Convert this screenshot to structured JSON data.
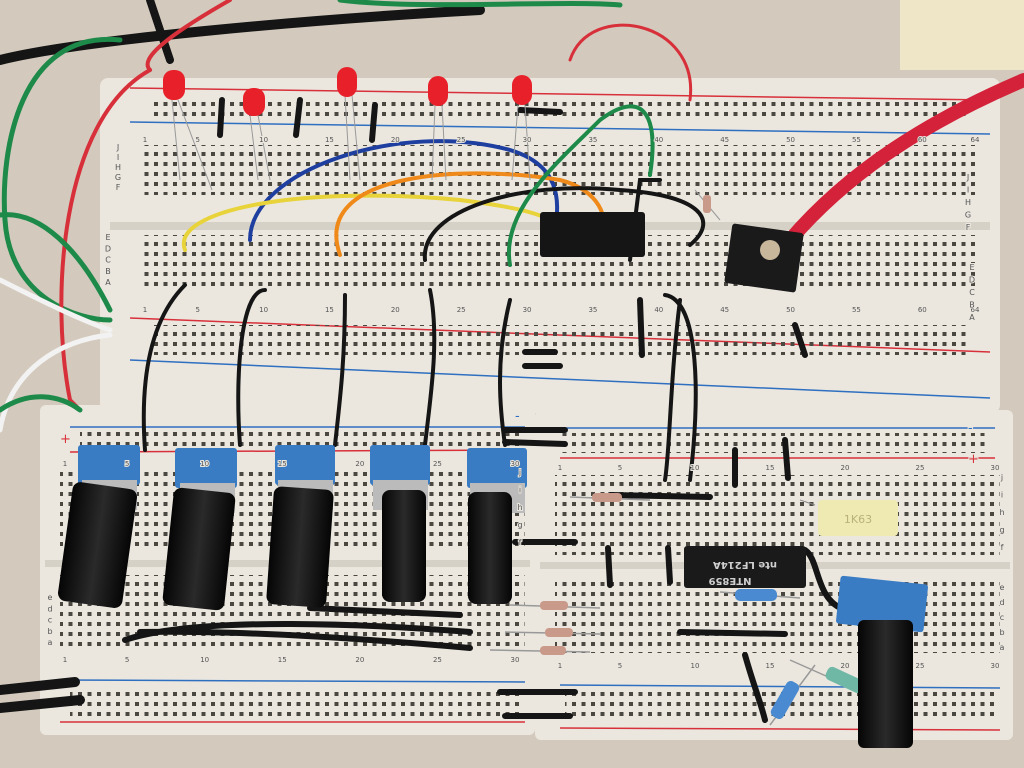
{
  "scene": {
    "colors": {
      "board": "#ece8e0",
      "rail_red": "#d8303a",
      "rail_blue": "#2f6fc0",
      "wire_black": "#151515",
      "pot_blue": "#3a7cc4",
      "led_red": "#e8202a"
    },
    "top_board": {
      "columns": [
        "1",
        "5",
        "10",
        "15",
        "20",
        "25",
        "30",
        "35",
        "40",
        "45",
        "50",
        "55",
        "60",
        "64"
      ],
      "upper_letters": [
        "F",
        "G",
        "H",
        "I",
        "J"
      ],
      "lower_letters": [
        "A",
        "B",
        "C",
        "D",
        "E"
      ]
    },
    "lower_left_board": {
      "columns": [
        "1",
        "5",
        "10",
        "15",
        "20",
        "25",
        "30"
      ],
      "upper_letters": [
        "j",
        "i",
        "h",
        "g",
        "f"
      ],
      "lower_letters": [
        "e",
        "d",
        "c",
        "b",
        "a"
      ],
      "plus": "+",
      "minus": "-"
    },
    "lower_right_board": {
      "columns": [
        "1",
        "5",
        "10",
        "15",
        "20",
        "25",
        "30"
      ],
      "upper_letters": [
        "j",
        "i",
        "h",
        "g",
        "f"
      ],
      "lower_letters": [
        "e",
        "d",
        "c",
        "b",
        "a"
      ],
      "plus": "+",
      "minus": "-"
    },
    "chip_upper": {
      "line1": "",
      "line2": ""
    },
    "chip_lower": {
      "line1": "NTE859",
      "line2": "nte LF214A"
    },
    "capacitor": {
      "label": "1K63"
    }
  }
}
